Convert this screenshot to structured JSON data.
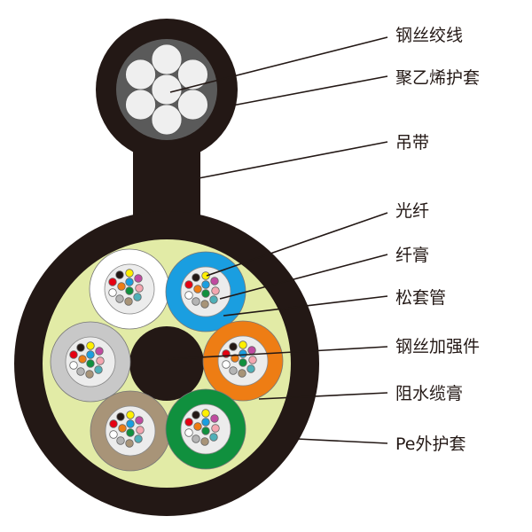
{
  "labels": [
    "钢丝绞线",
    "聚乙烯护套",
    "吊带",
    "光纤",
    "纤膏",
    "松套管",
    "钢丝加强件",
    "阻水缆膏",
    "Pe外护套"
  ],
  "colors": {
    "sheath": "#231815",
    "messenger_fill": "#5a5a5a",
    "strand": "#efefef",
    "water_block": "#e2eba6",
    "tube_inner": "#ececec"
  },
  "tubes": [
    {
      "name": "white",
      "color": "#ffffff"
    },
    {
      "name": "blue",
      "color": "#1a9ee0"
    },
    {
      "name": "grey",
      "color": "#c8c8c8"
    },
    {
      "name": "orange",
      "color": "#ee7d14"
    },
    {
      "name": "brown",
      "color": "#a89478"
    },
    {
      "name": "green",
      "color": "#10903e"
    }
  ],
  "fibers": [
    {
      "name": "black",
      "color": "#231815"
    },
    {
      "name": "yellow",
      "color": "#fff000"
    },
    {
      "name": "violet",
      "color": "#c04aa0"
    },
    {
      "name": "red",
      "color": "#e60012"
    },
    {
      "name": "orange",
      "color": "#ee7d14"
    },
    {
      "name": "blue",
      "color": "#1a9ee0"
    },
    {
      "name": "pink",
      "color": "#f4a6b0"
    },
    {
      "name": "white",
      "color": "#ffffff"
    },
    {
      "name": "green",
      "color": "#10903e"
    },
    {
      "name": "grey",
      "color": "#b4b4b4"
    },
    {
      "name": "aqua",
      "color": "#4fb0b8"
    },
    {
      "name": "brown",
      "color": "#a89478"
    }
  ]
}
